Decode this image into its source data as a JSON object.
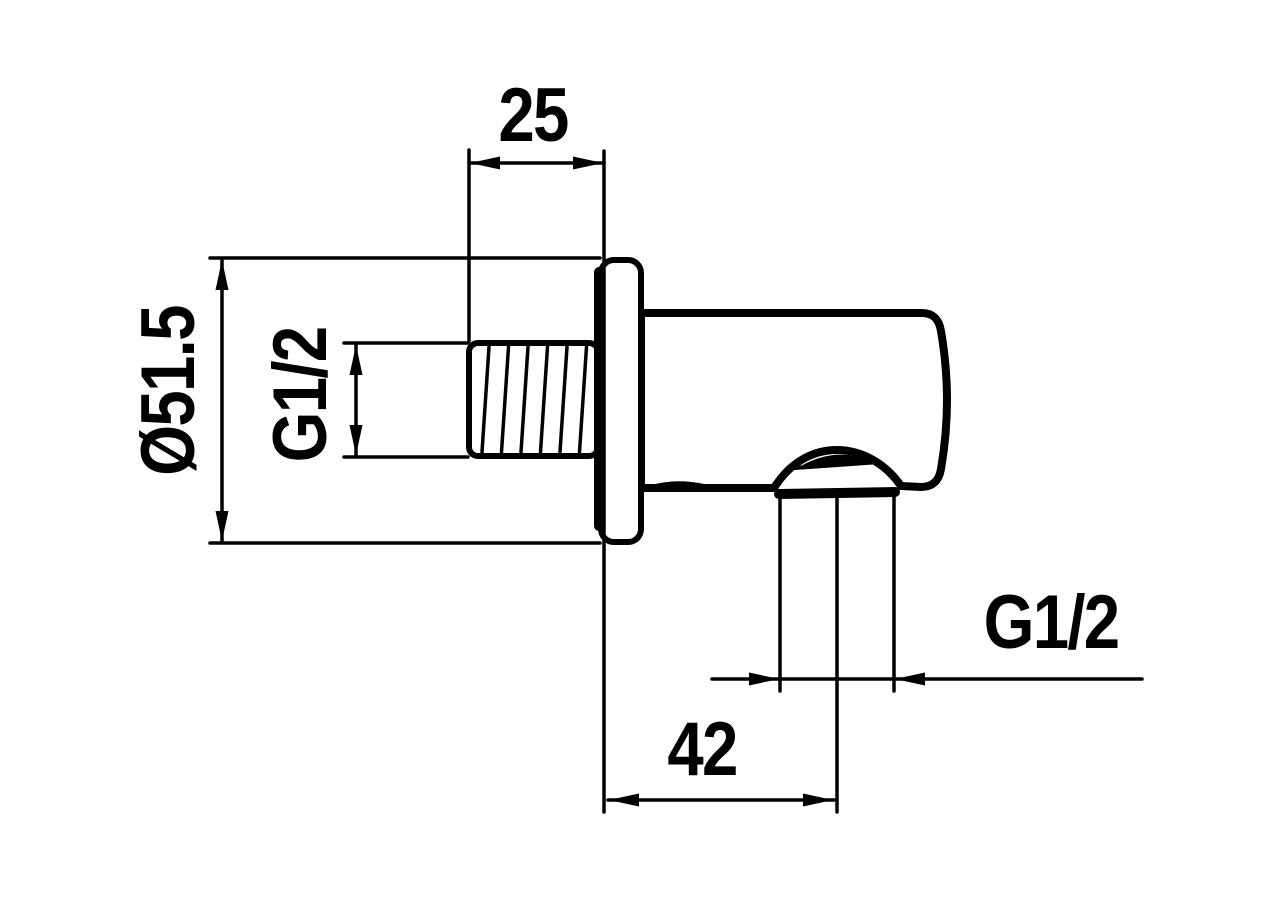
{
  "drawing": {
    "background": "#ffffff",
    "line_color": "#000000",
    "labels": {
      "projection_depth": "25",
      "flange_diameter": "Ø51.5",
      "inlet_thread": "G1/2",
      "outlet_thread": "G1/2",
      "wall_to_outlet_axis": "42"
    }
  }
}
